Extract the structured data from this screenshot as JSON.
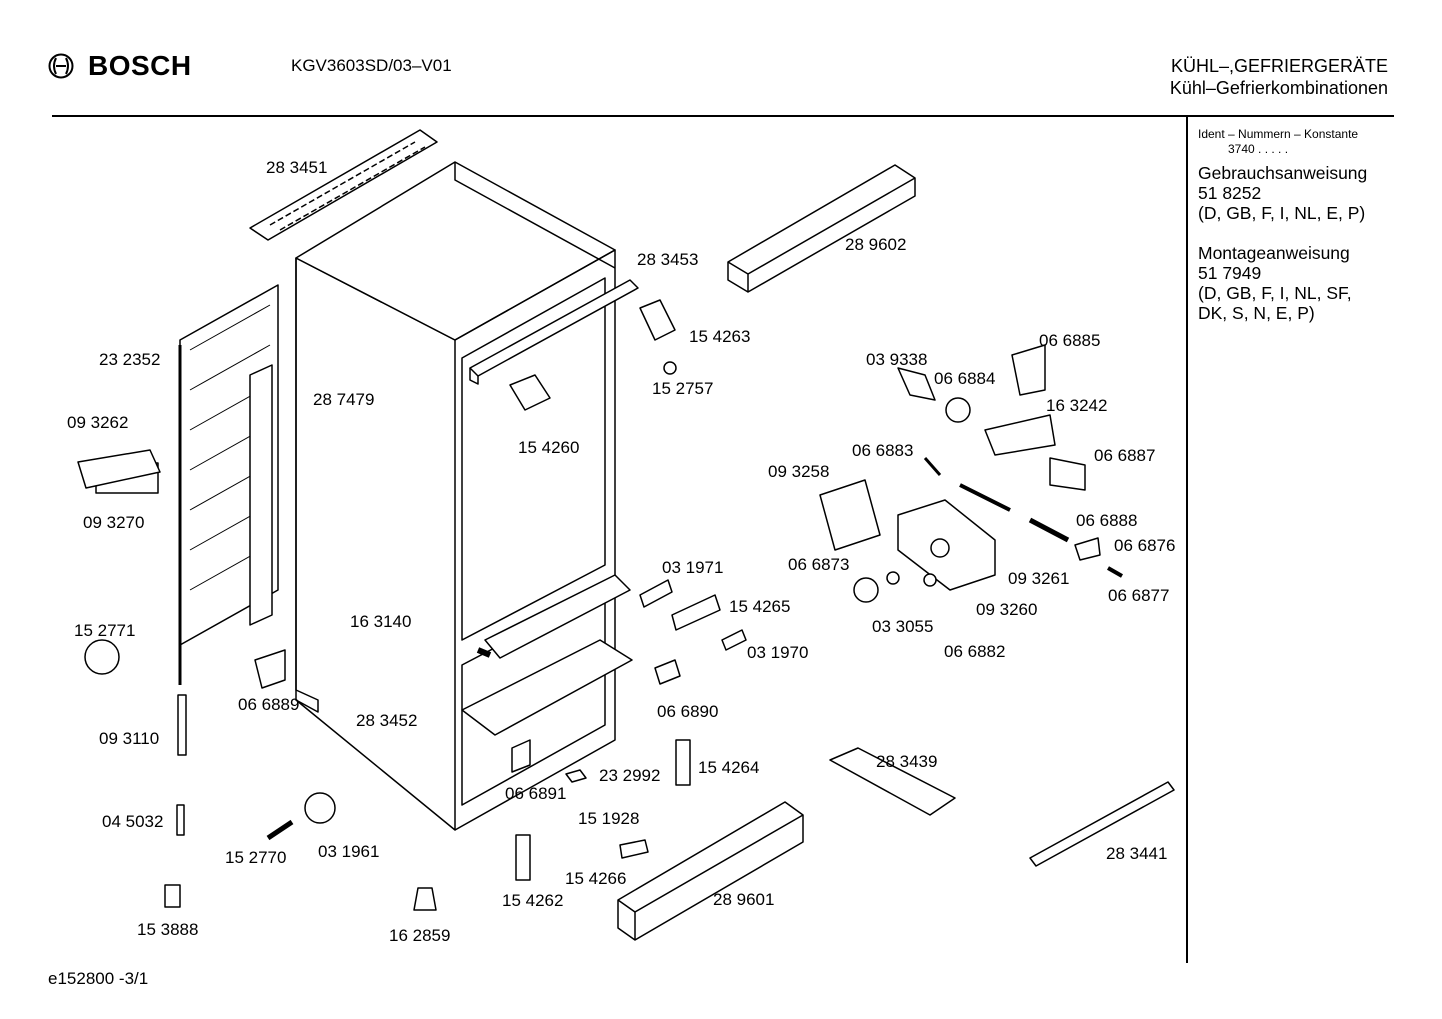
{
  "header": {
    "brand": "BOSCH",
    "model": "KGV3603SD/03–V01",
    "category": "KÜHL–,GEFRIERGERÄTE",
    "subcategory": "Kühl–Gefrierkombinationen"
  },
  "sidebar": {
    "ident_label": "Ident – Nummern – Konstante",
    "ident_value": "3740  .   .   .   .   .",
    "manual_title": "Gebrauchsanweisung",
    "manual_number": "51 8252",
    "manual_langs": "(D, GB, F, I, NL, E, P)",
    "install_title": "Montageanweisung",
    "install_number": "51 7949",
    "install_langs_1": "(D, GB, F, I, NL, SF,",
    "install_langs_2": "DK, S, N, E, P)"
  },
  "footer": {
    "code": "e152800   -3/1"
  },
  "parts": [
    "28 3451",
    "28 9602",
    "28 3453",
    "15 4263",
    "15 2757",
    "23 2352",
    "28 7479",
    "09 3262",
    "15 4260",
    "03 9338",
    "06 6885",
    "06 6884",
    "16 3242",
    "06 6883",
    "09 3258",
    "06 6887",
    "09 3270",
    "06 6888",
    "06 6876",
    "09 3261",
    "06 6877",
    "03 1971",
    "06 6873",
    "15 4265",
    "09 3260",
    "16 3140",
    "15 2771",
    "03 3055",
    "03 1970",
    "06 6882",
    "06 6889",
    "06 6890",
    "28 3452",
    "09 3110",
    "28 3439",
    "23 2992",
    "15 4264",
    "06 6891",
    "04 5032",
    "15 1928",
    "03 1961",
    "15 2770",
    "28 3441",
    "15 4266",
    "28 9601",
    "15 4262",
    "15 3888",
    "16 2859"
  ]
}
